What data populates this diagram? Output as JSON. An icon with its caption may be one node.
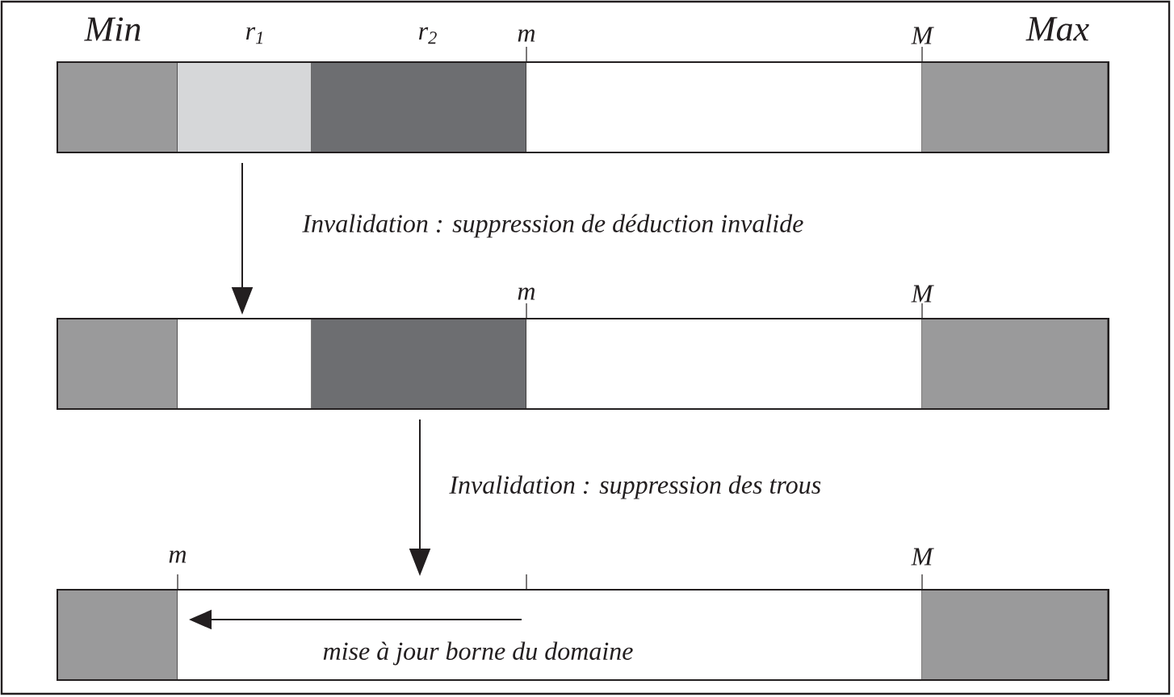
{
  "diagram": {
    "nodes": [
      {
        "text": [],
        "shape": "bar",
        "beside": [
          "Min",
          "r$_{1}$",
          "r$_{2}$",
          "m",
          "M",
          "Max"
        ]
      },
      {
        "text": [],
        "shape": "bar",
        "beside": [
          "m",
          "M"
        ]
      },
      {
        "text": [],
        "shape": "bar",
        "beside": [
          "m",
          "M"
        ]
      }
    ],
    "edges": [
      {
        "from": 0,
        "to": 1,
        "arrow": "to",
        "label": "Invalidation : suppression de déduction invalide"
      },
      {
        "from": 1,
        "to": 2,
        "arrow": "to",
        "label": "Invalidation : suppression des trous"
      }
    ],
    "labels": [
      "mise à jour borne du domaine"
    ]
  }
}
